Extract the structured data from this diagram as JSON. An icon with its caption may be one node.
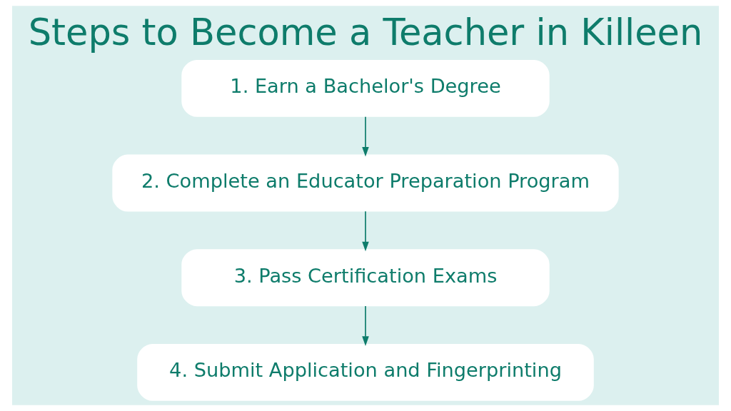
{
  "diagram": {
    "title": "Steps to Become a Teacher in Killeen",
    "nodes": [
      {
        "text": [
          "1. Earn a Bachelor's Degree"
        ]
      },
      {
        "text": [
          "2. Complete an Educator Preparation Program"
        ]
      },
      {
        "text": [
          "3. Pass Certification Exams"
        ]
      },
      {
        "text": [
          "4. Submit Application and Fingerprinting"
        ]
      }
    ],
    "edges": [
      {
        "from": 0,
        "to": 1,
        "arrow": "to"
      },
      {
        "from": 1,
        "to": 2,
        "arrow": "to"
      },
      {
        "from": 2,
        "to": 3,
        "arrow": "to"
      }
    ]
  }
}
